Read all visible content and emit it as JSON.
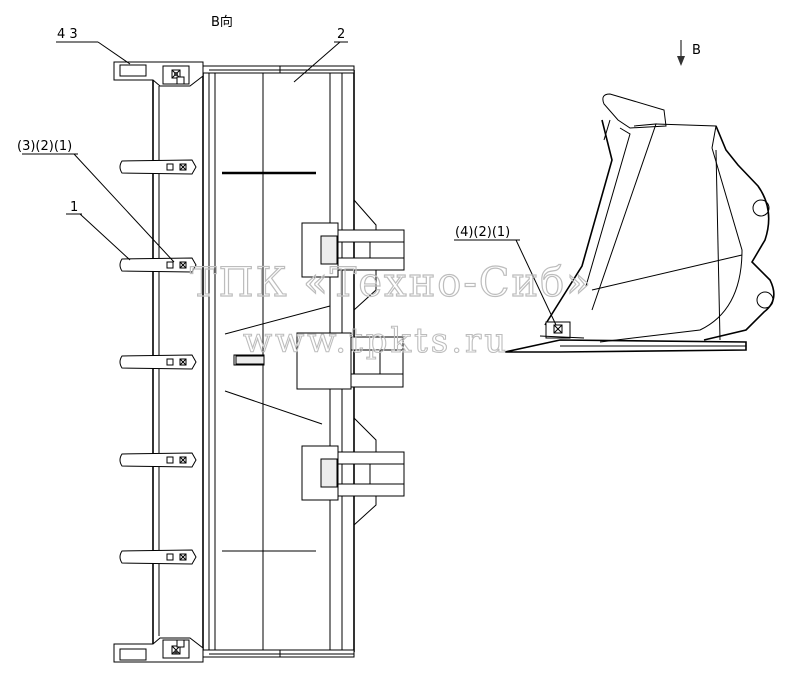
{
  "view_label": "B向",
  "arrow_label": "B",
  "callouts": {
    "top_corner": "4 3",
    "part_2": "2",
    "bolt_group_left": "(3)(2)(1)",
    "part_1": "1",
    "bolt_group_right": "(4)(2)(1)"
  },
  "watermark": {
    "line1": "ТПК «Техно-Сиб»",
    "line2": "www.tpkts.ru"
  }
}
